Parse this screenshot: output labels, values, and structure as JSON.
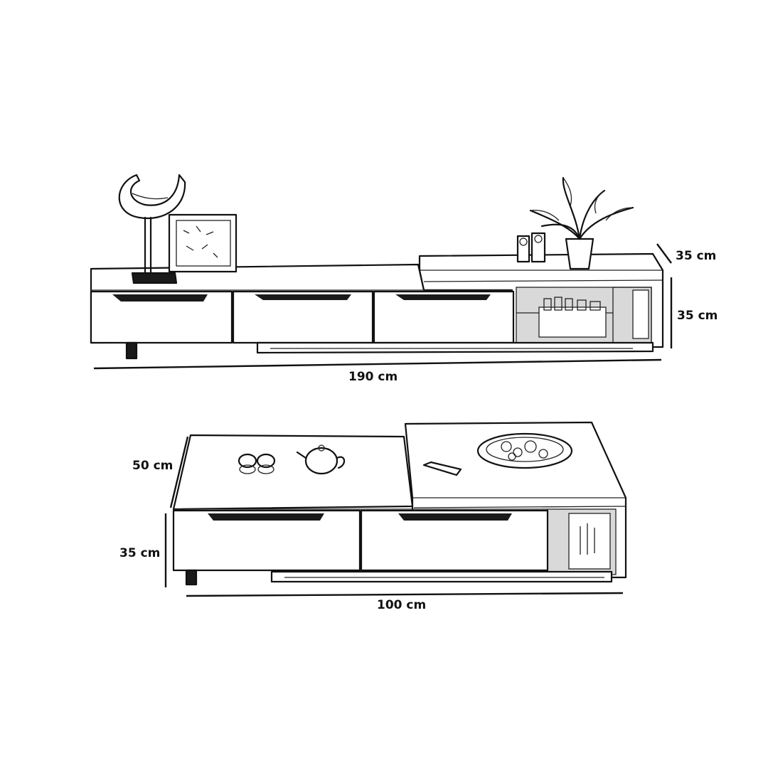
{
  "tv_stand": {
    "width_label": "190 cm",
    "depth_label": "35 cm",
    "height_label": "35 cm"
  },
  "coffee_table": {
    "width_label": "100 cm",
    "depth_label": "50 cm",
    "height_label": "35 cm"
  }
}
